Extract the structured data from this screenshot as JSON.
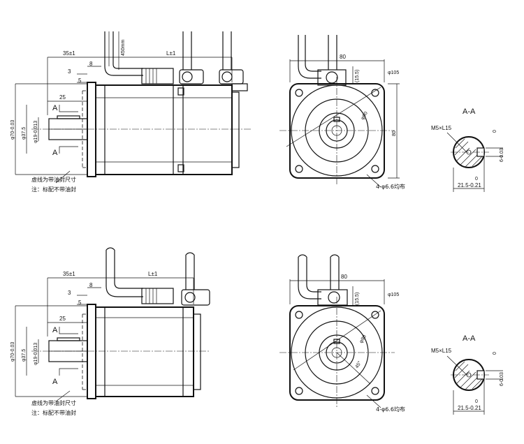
{
  "views": {
    "top": {
      "dims": {
        "d35": "35±1",
        "dL": "L±1",
        "d8": "8",
        "d3": "3",
        "d5": "5",
        "d25": "25",
        "d450": "450mm",
        "dphi70": "φ70-0.03",
        "dphi375": "φ37.5",
        "dphi19": "φ19-0.013",
        "d80": "80",
        "d80v": "80",
        "d155": "(15.5)",
        "dphi105": "φ105",
        "dphi90": "φ90",
        "holes": "4-φ6.6均布"
      },
      "section_A": "A",
      "note1": "虚线为带油封尺寸",
      "note2": "注：标配不带油封",
      "section": {
        "title": "A-A",
        "thread": "M5×L15",
        "width": "6-0.03",
        "width_top": "0",
        "depth": "21.5-0.21",
        "depth_top": "0"
      }
    },
    "bottom": {
      "dims": {
        "d35": "35±1",
        "dL": "L±1",
        "d8": "8",
        "d3": "3",
        "d5": "5",
        "d25": "25",
        "dphi70": "φ70-0.03",
        "dphi375": "φ37.5",
        "dphi19": "φ19-0.013",
        "d80": "80",
        "d155": "(15.5)",
        "dphi105": "φ105",
        "dphi90": "φ90",
        "angle": "45°",
        "holes": "4-φ6.6均布"
      },
      "section_A": "A",
      "note1": "虚线为带油封尺寸",
      "note2": "注：标配不带油封",
      "section": {
        "title": "A-A",
        "thread": "M5×L15",
        "width": "6-0.03",
        "width_top": "0",
        "depth": "21.5-0.21",
        "depth_top": "0"
      }
    }
  }
}
